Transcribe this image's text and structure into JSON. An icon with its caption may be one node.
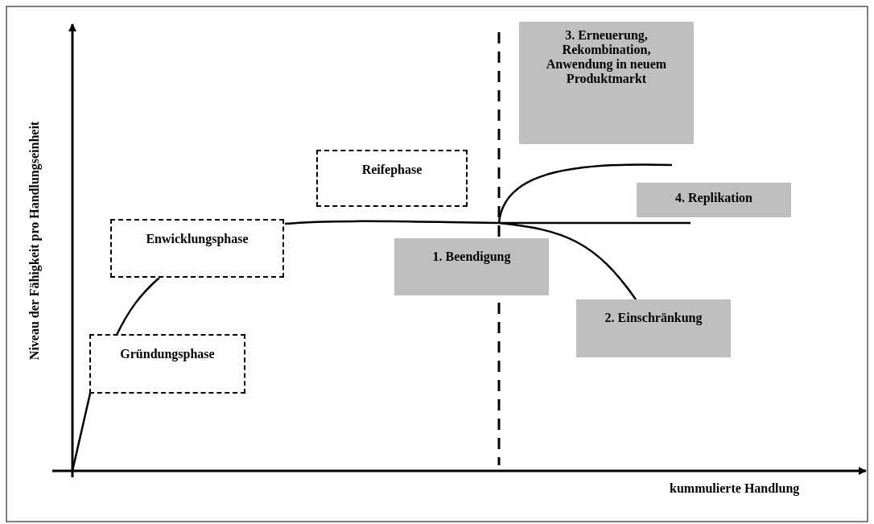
{
  "diagram": {
    "nodes": [
      {
        "text": [
          "Gründungsphase"
        ]
      },
      {
        "text": [
          "Enwicklungsphase"
        ]
      },
      {
        "text": [
          "Reifephase"
        ]
      },
      {
        "text": [
          "1. Beendigung"
        ]
      },
      {
        "text": [
          "2.  Einschränkung"
        ]
      },
      {
        "text": [
          "3. Erneuerung, Rekombination, Anwendung in neuem Produktmarkt"
        ]
      },
      {
        "text": [
          "4. Replikation"
        ]
      }
    ],
    "labels": [
      "Niveau der Fähigkeit pro Handlungseinheit",
      "kummulierte Handlung"
    ]
  }
}
